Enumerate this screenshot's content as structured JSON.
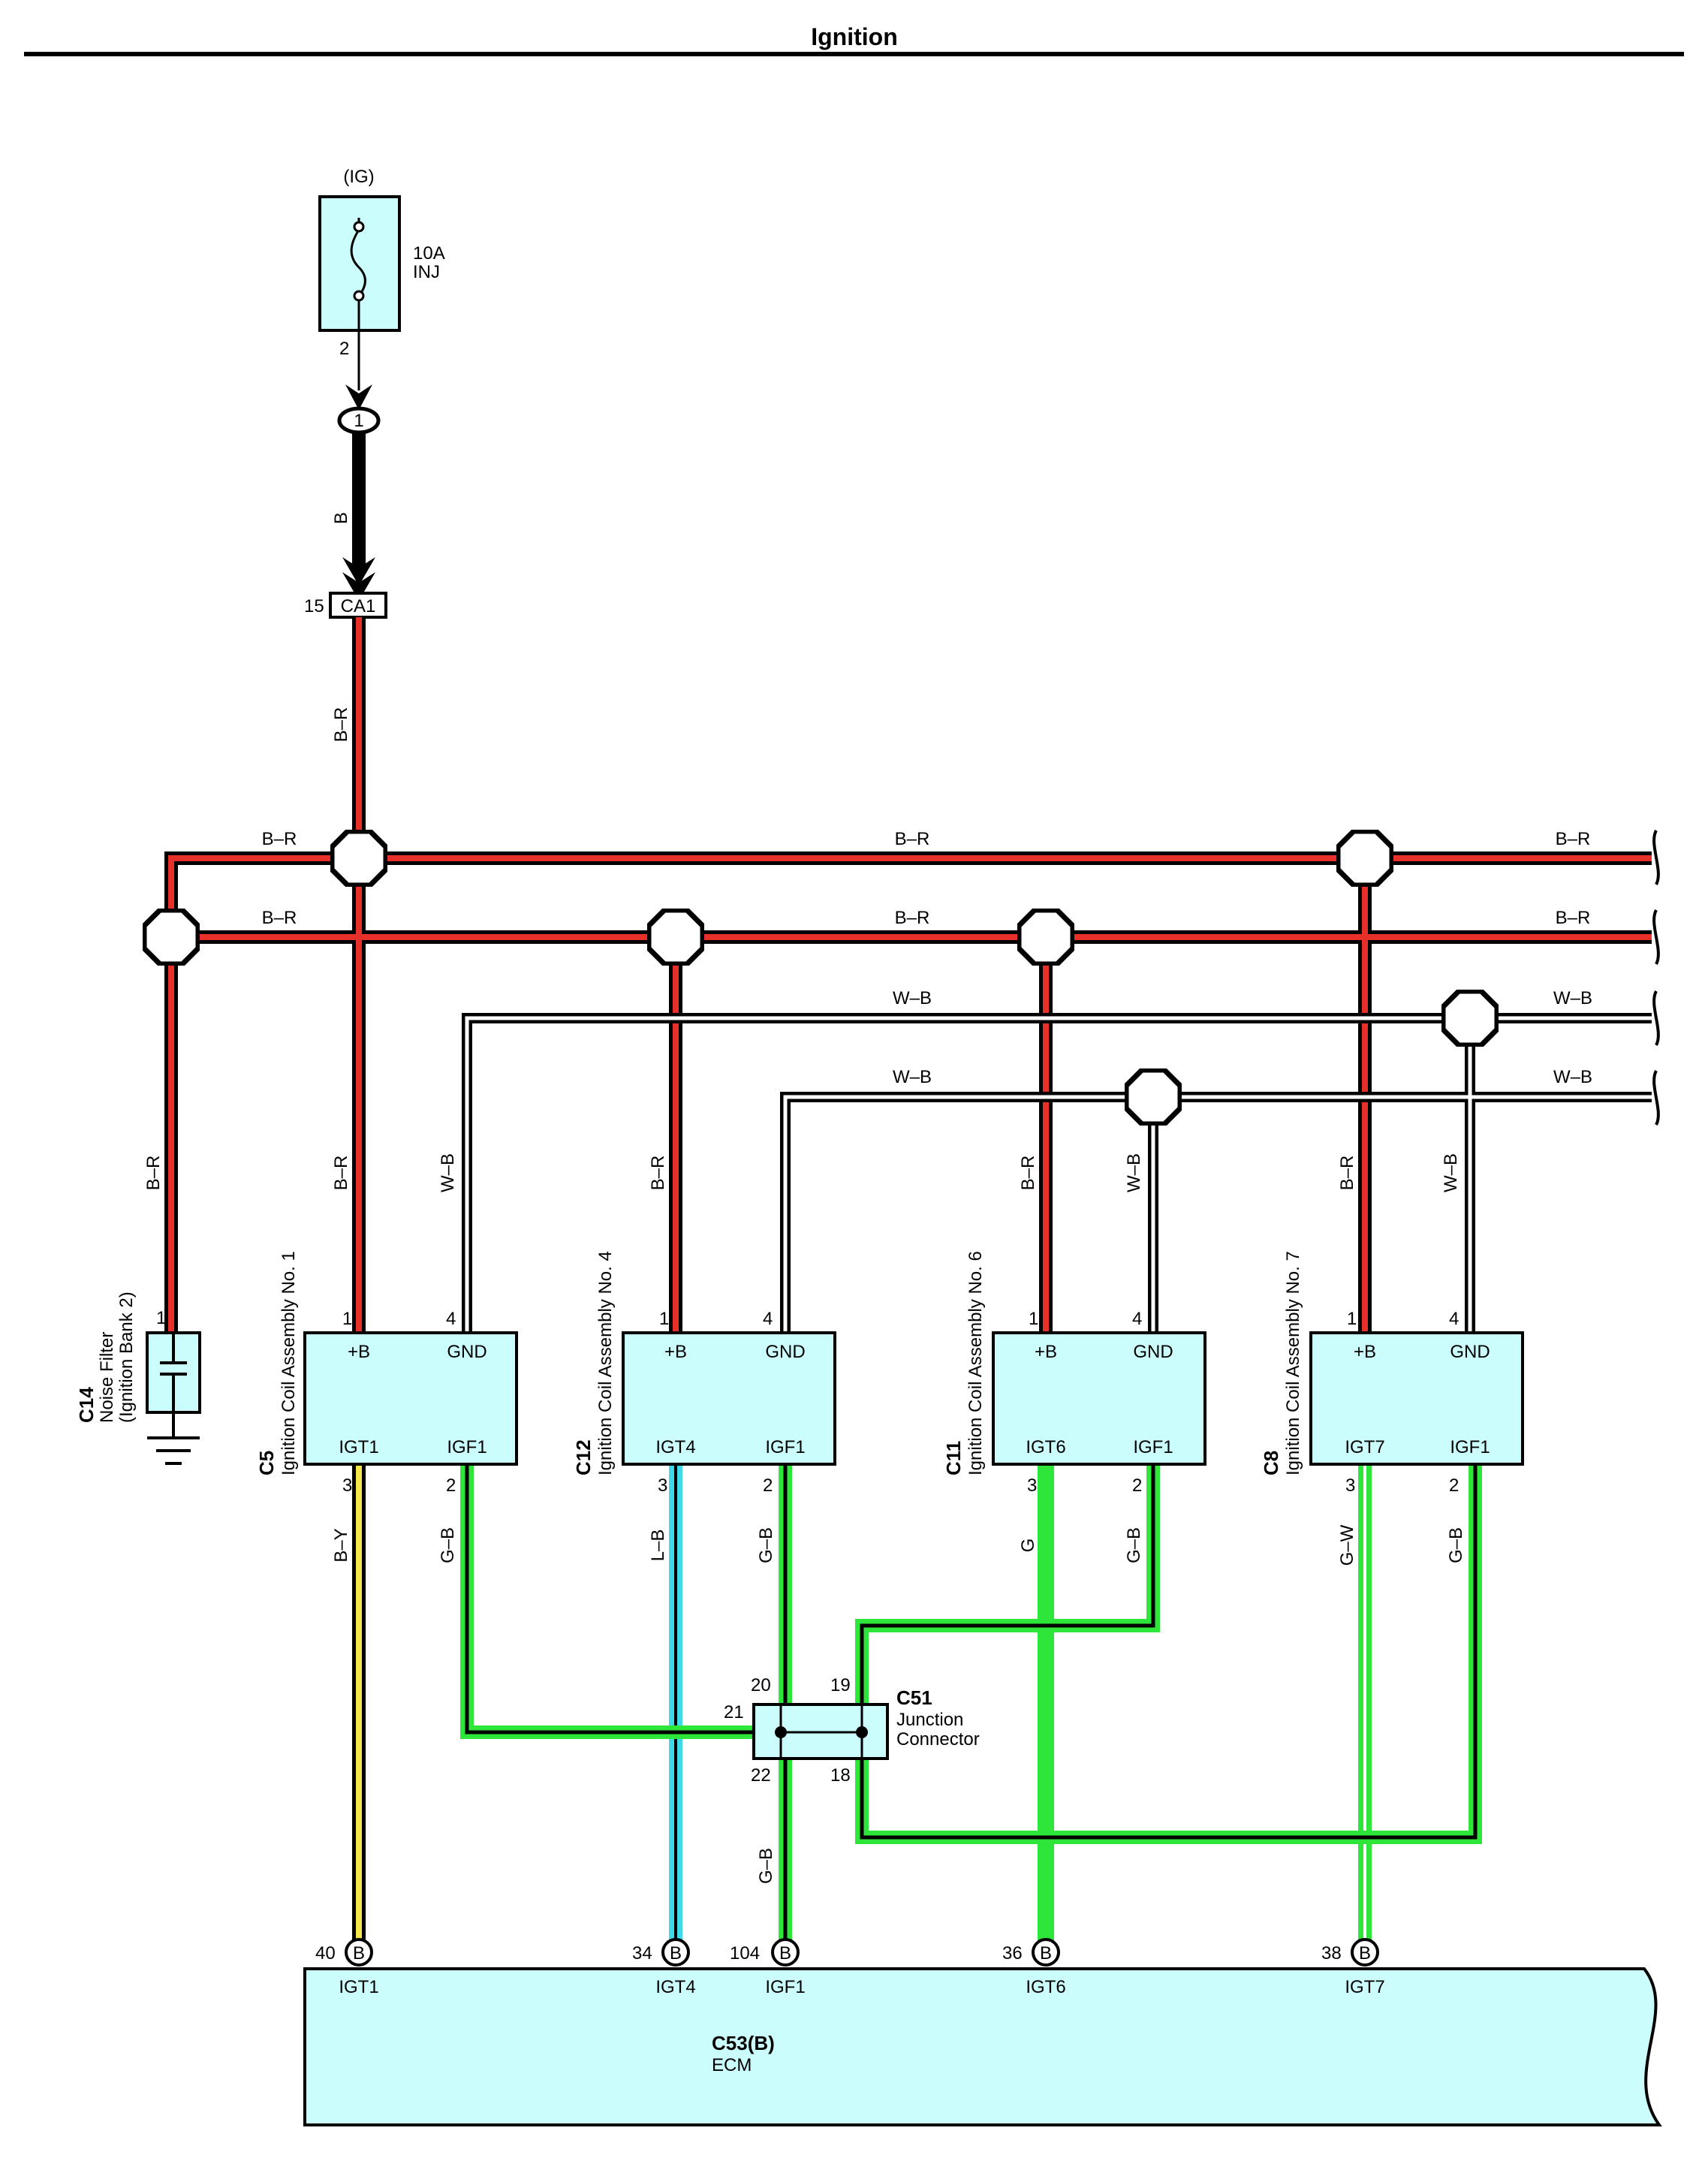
{
  "title": "Ignition",
  "colors": {
    "box_fill": "#ccfdfd",
    "red": "#e8302a",
    "yellow": "#f7e64a",
    "light_blue": "#3fd9ea",
    "green": "#2ee63a",
    "white": "#ffffff",
    "black": "#000000"
  },
  "fuse": {
    "source": "(IG)",
    "rating": "10A",
    "name": "INJ",
    "pin": "2"
  },
  "splice_label": "1",
  "wire_b": "B",
  "junction_ca1": {
    "pin": "15",
    "name": "CA1"
  },
  "wire_colors": {
    "br": "B–R",
    "wb": "W–B",
    "by": "B–Y",
    "gb": "G–B",
    "lb": "L–B",
    "g": "G",
    "gw": "G–W"
  },
  "noise_filter": {
    "id": "C14",
    "name_line1": "Noise Filter",
    "name_line2": "(Ignition Bank 2)",
    "pin": "1"
  },
  "coils": [
    {
      "id": "C5",
      "name": "Ignition Coil Assembly No. 1",
      "pin_b": "1",
      "pin_gnd": "4",
      "pin_igt": "3",
      "pin_igf": "2",
      "label_b": "+B",
      "label_gnd": "GND",
      "label_igt": "IGT1",
      "label_igf": "IGF1"
    },
    {
      "id": "C12",
      "name": "Ignition Coil Assembly No. 4",
      "pin_b": "1",
      "pin_gnd": "4",
      "pin_igt": "3",
      "pin_igf": "2",
      "label_b": "+B",
      "label_gnd": "GND",
      "label_igt": "IGT4",
      "label_igf": "IGF1"
    },
    {
      "id": "C11",
      "name": "Ignition Coil Assembly No. 6",
      "pin_b": "1",
      "pin_gnd": "4",
      "pin_igt": "3",
      "pin_igf": "2",
      "label_b": "+B",
      "label_gnd": "GND",
      "label_igt": "IGT6",
      "label_igf": "IGF1"
    },
    {
      "id": "C8",
      "name": "Ignition Coil Assembly No. 7",
      "pin_b": "1",
      "pin_gnd": "4",
      "pin_igt": "3",
      "pin_igf": "2",
      "label_b": "+B",
      "label_gnd": "GND",
      "label_igt": "IGT7",
      "label_igf": "IGF1"
    }
  ],
  "junction_connector": {
    "id": "C51",
    "name_line1": "Junction",
    "name_line2": "Connector",
    "pins": [
      "20",
      "19",
      "21",
      "22",
      "18"
    ]
  },
  "ecm": {
    "id": "C53(B)",
    "name": "ECM",
    "terminals": [
      {
        "pin": "40",
        "type": "B",
        "label": "IGT1"
      },
      {
        "pin": "34",
        "type": "B",
        "label": "IGT4"
      },
      {
        "pin": "104",
        "type": "B",
        "label": "IGF1"
      },
      {
        "pin": "36",
        "type": "B",
        "label": "IGT6"
      },
      {
        "pin": "38",
        "type": "B",
        "label": "IGT7"
      }
    ]
  }
}
